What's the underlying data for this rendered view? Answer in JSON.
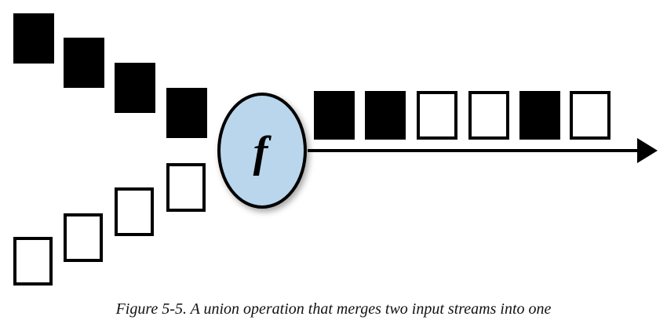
{
  "figure": {
    "caption": "Figure 5-5. A union operation that merges two input streams into one",
    "function_label": "f",
    "colors": {
      "filled": "#000000",
      "empty": "#ffffff",
      "stroke": "#000000",
      "function_fill": "#b9d6ec"
    },
    "input_stream_1": [
      "filled",
      "filled",
      "filled",
      "filled"
    ],
    "input_stream_2": [
      "empty",
      "empty",
      "empty",
      "empty"
    ],
    "output_stream": [
      "filled",
      "filled",
      "empty",
      "empty",
      "filled",
      "empty"
    ]
  }
}
